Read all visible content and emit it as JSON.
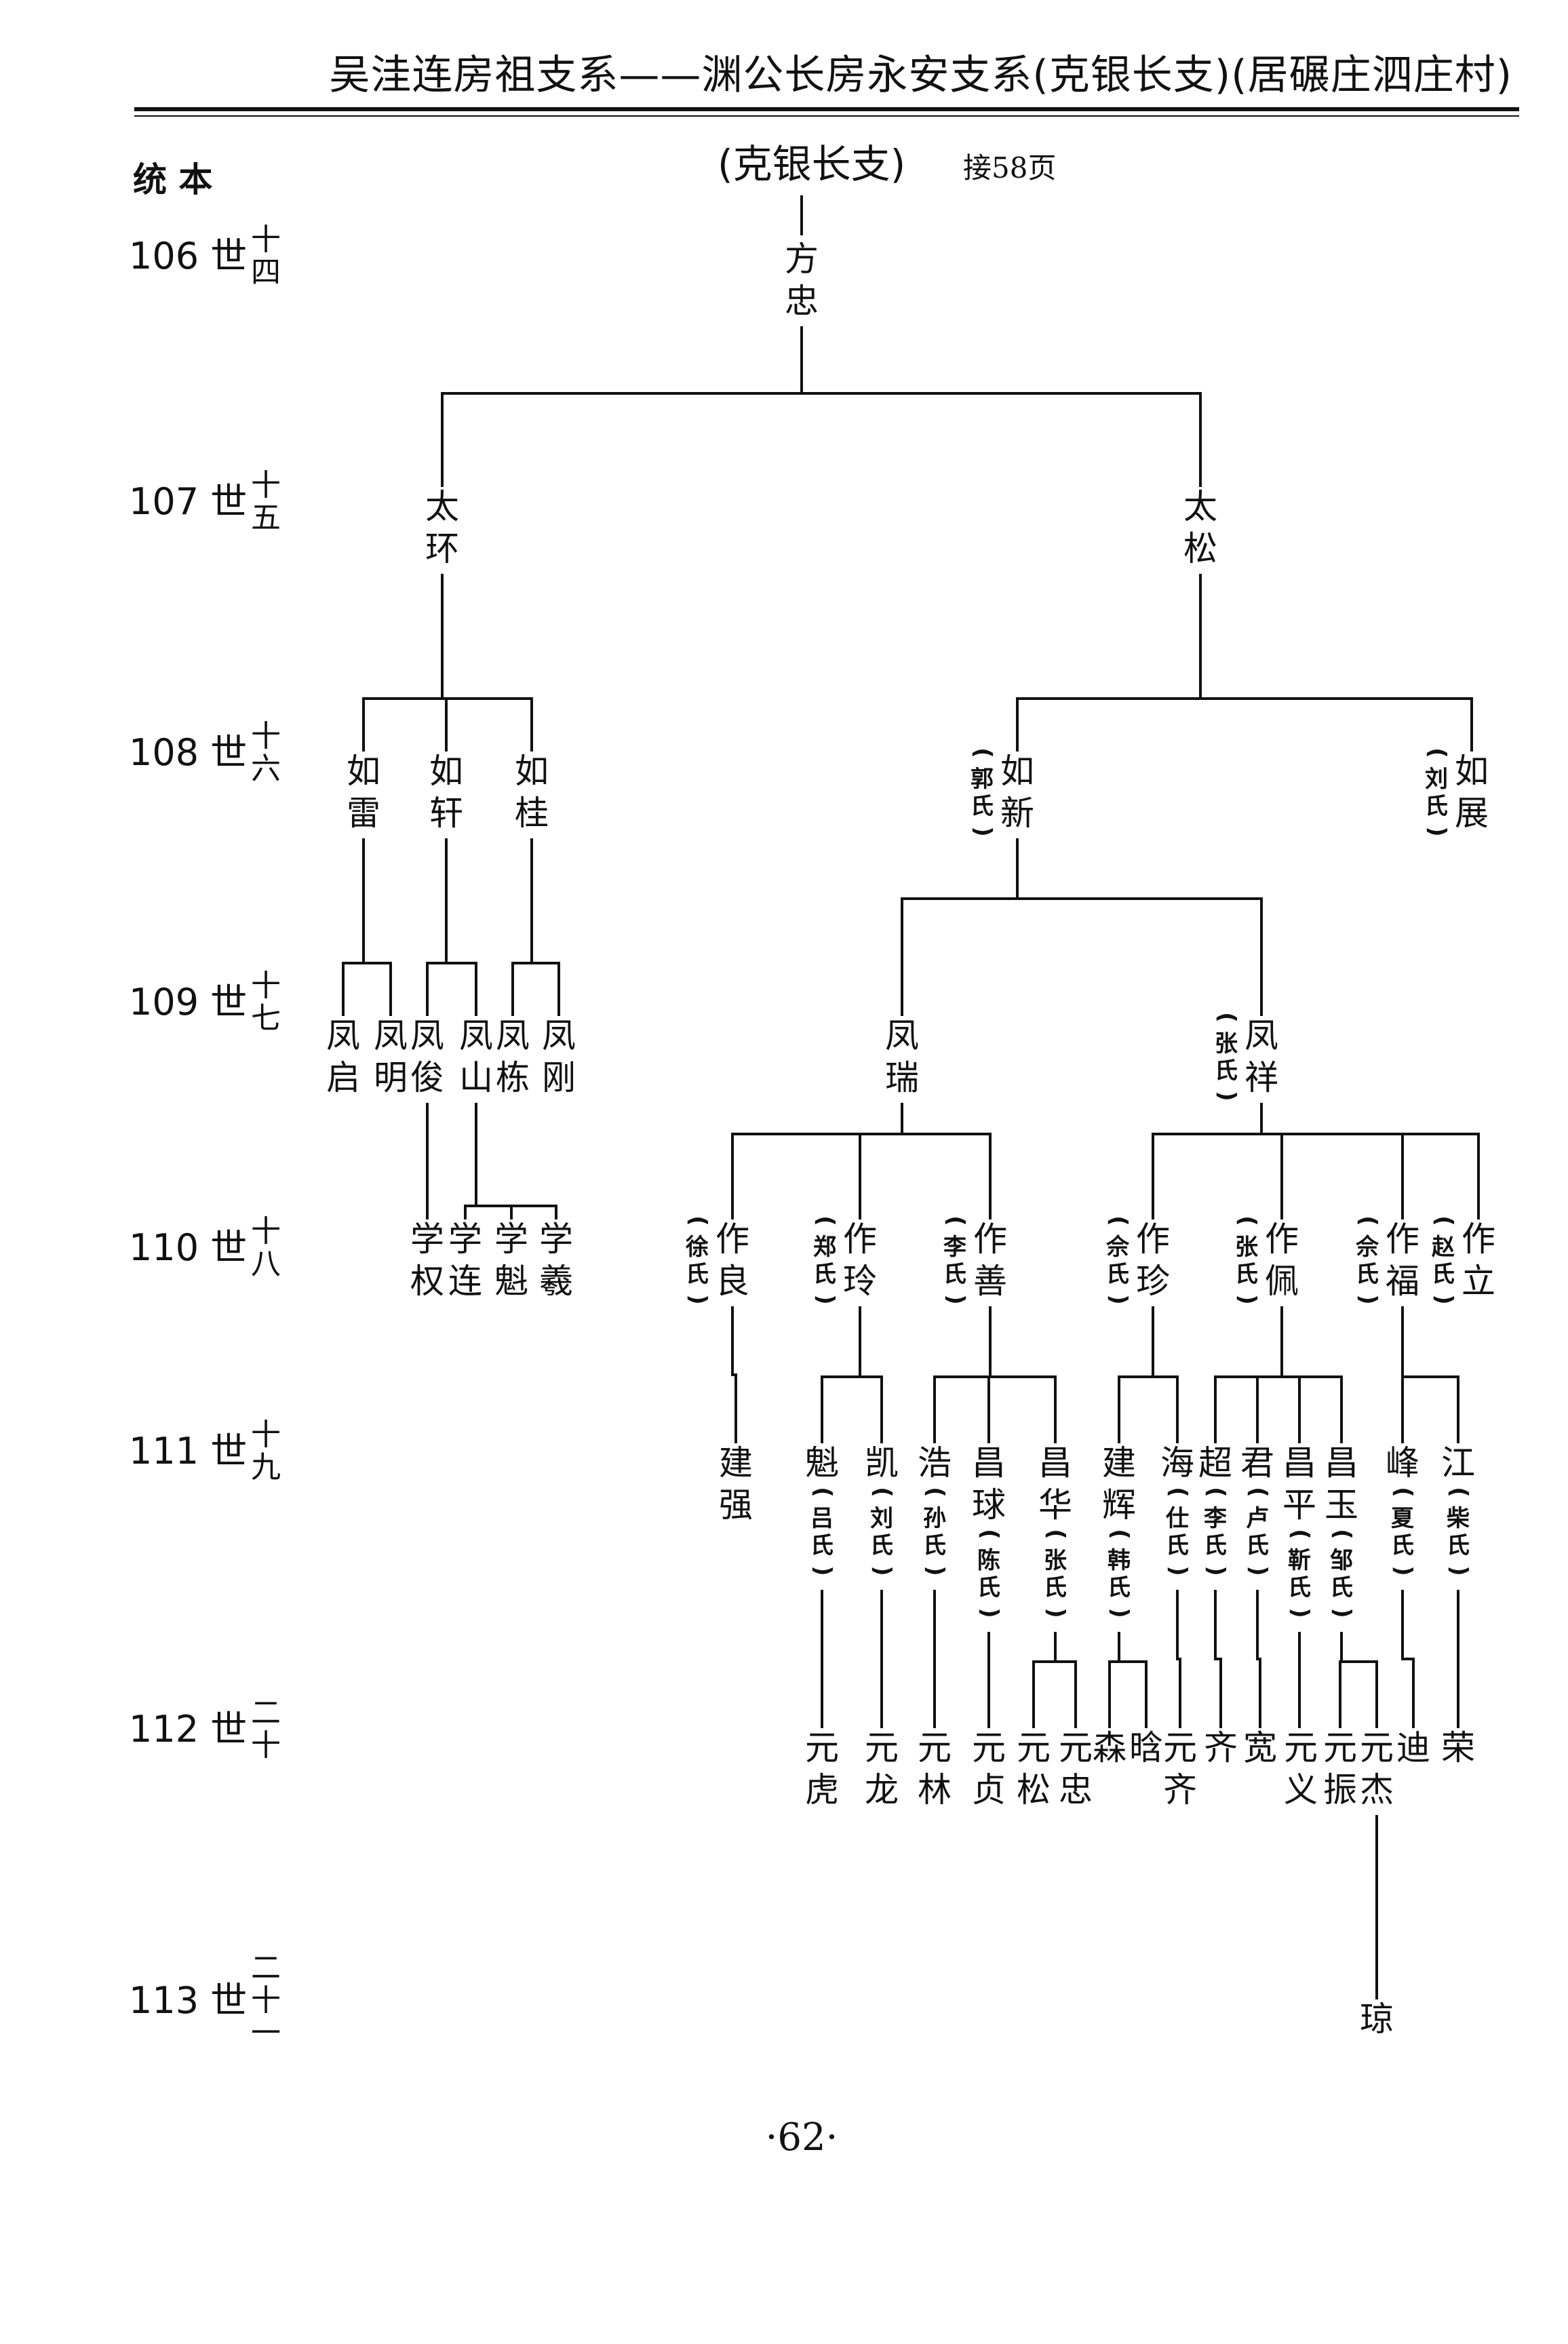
{
  "header": {
    "title": "吴洼连房祖支系——渊公长房永安支系(克银长支)(居碾庄泗庄村)"
  },
  "left_label": "统 本",
  "branch_label": "(克银长支)",
  "continue_note": "接58页",
  "page_number": "·62·",
  "generations": [
    {
      "num": "106 世",
      "cn": "十四"
    },
    {
      "num": "107 世",
      "cn": "十五"
    },
    {
      "num": "108 世",
      "cn": "十六"
    },
    {
      "num": "109 世",
      "cn": "十七"
    },
    {
      "num": "110 世",
      "cn": "十八"
    },
    {
      "num": "111 世",
      "cn": "十九"
    },
    {
      "num": "112 世",
      "cn": "二十"
    },
    {
      "num": "113 世",
      "cn": "二十一"
    }
  ],
  "persons": [
    {
      "id": "fangzhong",
      "name": "方忠",
      "gen": 0,
      "parent": null
    },
    {
      "id": "taihuan",
      "name": "太环",
      "gen": 1,
      "parent": "fangzhong"
    },
    {
      "id": "taisong",
      "name": "太松",
      "gen": 1,
      "parent": "fangzhong"
    },
    {
      "id": "rulei",
      "name": "如雷",
      "gen": 2,
      "parent": "taihuan"
    },
    {
      "id": "ruxuan",
      "name": "如轩",
      "gen": 2,
      "parent": "taihuan"
    },
    {
      "id": "rugui",
      "name": "如桂",
      "gen": 2,
      "parent": "taihuan"
    },
    {
      "id": "ruxin",
      "name": "如新",
      "spouse": "(郭氏)",
      "gen": 2,
      "parent": "taisong"
    },
    {
      "id": "ruzhan",
      "name": "如展",
      "spouse": "(刘氏)",
      "gen": 2,
      "parent": "taisong"
    },
    {
      "id": "fengqi",
      "name": "凤启",
      "gen": 3,
      "parent": "rulei"
    },
    {
      "id": "fengming",
      "name": "凤明",
      "gen": 3,
      "parent": "rulei"
    },
    {
      "id": "fengjun",
      "name": "凤俊",
      "gen": 3,
      "parent": "ruxuan"
    },
    {
      "id": "fengshan",
      "name": "凤山",
      "gen": 3,
      "parent": "ruxuan"
    },
    {
      "id": "fengdong",
      "name": "凤栋",
      "gen": 3,
      "parent": "rugui"
    },
    {
      "id": "fenggang",
      "name": "凤刚",
      "gen": 3,
      "parent": "rugui"
    },
    {
      "id": "fengrui",
      "name": "凤瑞",
      "gen": 3,
      "parent": "ruxin"
    },
    {
      "id": "fengxiang",
      "name": "凤祥",
      "spouse": "(张氏)",
      "gen": 3,
      "parent": "ruxin"
    },
    {
      "id": "xuequan",
      "name": "学权",
      "gen": 4,
      "parent": "fengjun"
    },
    {
      "id": "xuelian",
      "name": "学连",
      "gen": 4,
      "parent": "fengshan"
    },
    {
      "id": "xuekui",
      "name": "学魁",
      "gen": 4,
      "parent": "fengshan"
    },
    {
      "id": "xuexi",
      "name": "学羲",
      "gen": 4,
      "parent": "fengshan"
    },
    {
      "id": "zuoliang",
      "name": "作良",
      "spouse": "(徐氏)",
      "gen": 4,
      "parent": "fengrui"
    },
    {
      "id": "zuoling",
      "name": "作玲",
      "spouse": "(郑氏)",
      "gen": 4,
      "parent": "fengrui"
    },
    {
      "id": "zuoshan",
      "name": "作善",
      "spouse": "(李氏)",
      "gen": 4,
      "parent": "fengrui"
    },
    {
      "id": "zuozhen",
      "name": "作珍",
      "spouse": "(佘氏)",
      "gen": 4,
      "parent": "fengxiang"
    },
    {
      "id": "zuopei",
      "name": "作佩",
      "spouse": "(张氏)",
      "gen": 4,
      "parent": "fengxiang"
    },
    {
      "id": "zuofu",
      "name": "作福",
      "spouse": "(佘氏)",
      "gen": 4,
      "parent": "fengxiang"
    },
    {
      "id": "zuoli",
      "name": "作立",
      "spouse": "(赵氏)",
      "gen": 4,
      "parent": "fengxiang"
    },
    {
      "id": "jianqiang",
      "name": "建强",
      "gen": 5,
      "parent": "zuoliang"
    },
    {
      "id": "kui",
      "name": "魁",
      "spouse": "(吕氏)",
      "gen": 5,
      "parent": "zuoling"
    },
    {
      "id": "kai",
      "name": "凯",
      "spouse": "(刘氏)",
      "gen": 5,
      "parent": "zuoling"
    },
    {
      "id": "hao",
      "name": "浩",
      "spouse": "(孙氏)",
      "gen": 5,
      "parent": "zuoshan"
    },
    {
      "id": "changqiu",
      "name": "昌球",
      "spouse": "(陈氏)",
      "gen": 5,
      "parent": "zuoshan"
    },
    {
      "id": "changhua",
      "name": "昌华",
      "spouse": "(张氏)",
      "gen": 5,
      "parent": "zuoshan"
    },
    {
      "id": "jianhui",
      "name": "建辉",
      "spouse": "(韩氏)",
      "gen": 5,
      "parent": "zuozhen"
    },
    {
      "id": "hai",
      "name": "海",
      "spouse": "(仕氏)",
      "gen": 5,
      "parent": "zuozhen"
    },
    {
      "id": "chao",
      "name": "超",
      "spouse": "(李氏)",
      "gen": 5,
      "parent": "zuopei"
    },
    {
      "id": "jun",
      "name": "君",
      "spouse": "(卢氏)",
      "gen": 5,
      "parent": "zuopei"
    },
    {
      "id": "changping",
      "name": "昌平",
      "spouse": "(靳氏)",
      "gen": 5,
      "parent": "zuopei"
    },
    {
      "id": "changyu",
      "name": "昌玉",
      "spouse": "(邹氏)",
      "gen": 5,
      "parent": "zuopei"
    },
    {
      "id": "feng",
      "name": "峰",
      "spouse": "(夏氏)",
      "gen": 5,
      "parent": "zuofu"
    },
    {
      "id": "jiang",
      "name": "江",
      "spouse": "(柴氏)",
      "gen": 5,
      "parent": "zuofu"
    },
    {
      "id": "yuanhu",
      "name": "元虎",
      "gen": 6,
      "parent": "kui"
    },
    {
      "id": "yuanlong",
      "name": "元龙",
      "gen": 6,
      "parent": "kai"
    },
    {
      "id": "yuanlin",
      "name": "元林",
      "gen": 6,
      "parent": "hao"
    },
    {
      "id": "yuanzhen",
      "name": "元贞",
      "gen": 6,
      "parent": "changqiu"
    },
    {
      "id": "yuansong",
      "name": "元松",
      "gen": 6,
      "parent": "changhua"
    },
    {
      "id": "yuanzhong",
      "name": "元忠",
      "gen": 6,
      "parent": "changhua"
    },
    {
      "id": "sen",
      "name": "森",
      "gen": 6,
      "parent": "jianhui"
    },
    {
      "id": "han",
      "name": "晗",
      "gen": 6,
      "parent": "jianhui"
    },
    {
      "id": "yuanqi",
      "name": "元齐",
      "gen": 6,
      "parent": "hai"
    },
    {
      "id": "qi",
      "name": "齐",
      "gen": 6,
      "parent": "chao"
    },
    {
      "id": "kuan",
      "name": "宽",
      "gen": 6,
      "parent": "jun"
    },
    {
      "id": "yuanyi",
      "name": "元义",
      "gen": 6,
      "parent": "changping"
    },
    {
      "id": "yuanzhen2",
      "name": "元振",
      "gen": 6,
      "parent": "changyu"
    },
    {
      "id": "yuanjie",
      "name": "元杰",
      "gen": 6,
      "parent": "changyu"
    },
    {
      "id": "di",
      "name": "迪",
      "gen": 6,
      "parent": "feng"
    },
    {
      "id": "rong",
      "name": "荣",
      "gen": 6,
      "parent": "jiang"
    },
    {
      "id": "qiong",
      "name": "琼",
      "gen": 7,
      "parent": "yuanjie"
    }
  ]
}
